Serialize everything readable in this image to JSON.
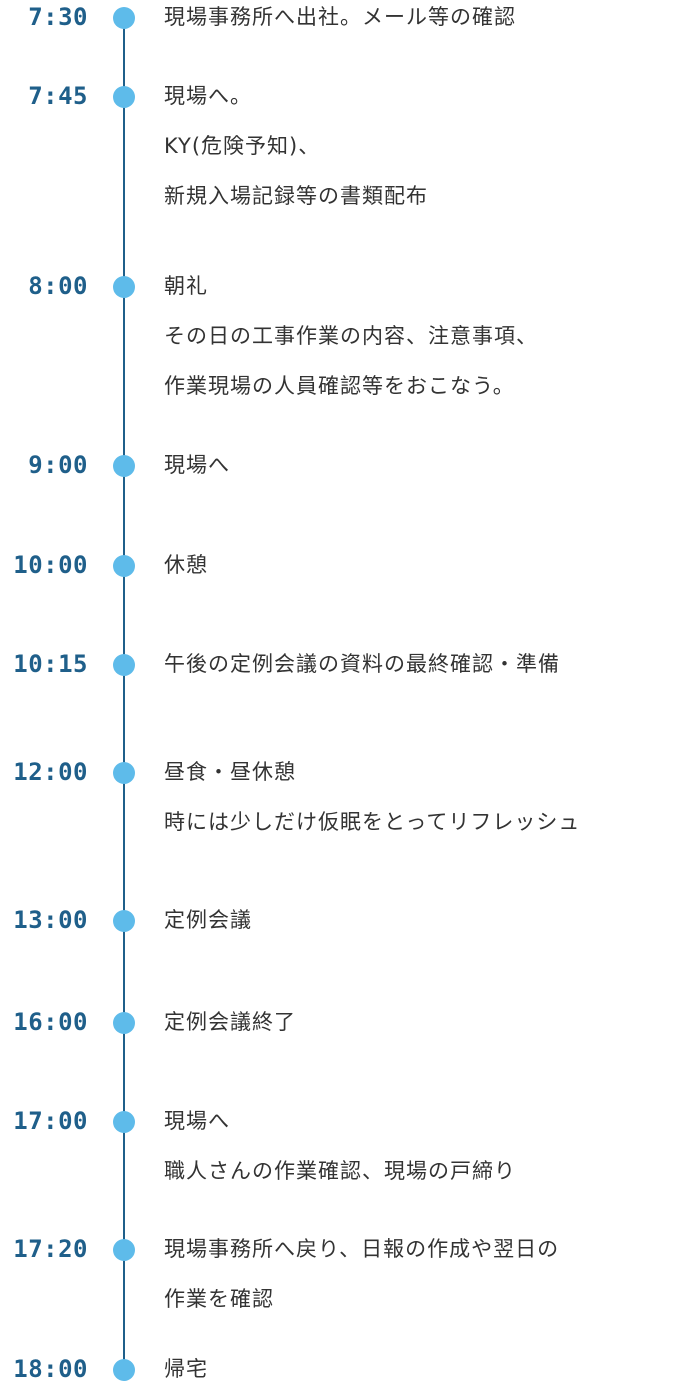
{
  "colors": {
    "time_text": "#1f5f8a",
    "dot": "#5ebbea",
    "line": "#1f5f8a",
    "body_text": "#333333"
  },
  "events": [
    {
      "time": "7:30",
      "lines": [
        "現場事務所へ出社。メール等の確認"
      ]
    },
    {
      "time": "7:45",
      "lines": [
        "現場へ。",
        "KY(危険予知)、",
        "新規入場記録等の書類配布"
      ]
    },
    {
      "time": "8:00",
      "lines": [
        "朝礼",
        "その日の工事作業の内容、注意事項、",
        "作業現場の人員確認等をおこなう。"
      ]
    },
    {
      "time": "9:00",
      "lines": [
        "現場へ"
      ]
    },
    {
      "time": "10:00",
      "lines": [
        "休憩"
      ]
    },
    {
      "time": "10:15",
      "lines": [
        "午後の定例会議の資料の最終確認・準備"
      ]
    },
    {
      "time": "12:00",
      "lines": [
        "昼食・昼休憩",
        "時には少しだけ仮眠をとってリフレッシュ"
      ]
    },
    {
      "time": "13:00",
      "lines": [
        "定例会議"
      ]
    },
    {
      "time": "16:00",
      "lines": [
        "定例会議終了"
      ]
    },
    {
      "time": "17:00",
      "lines": [
        "現場へ",
        "職人さんの作業確認、現場の戸締り"
      ]
    },
    {
      "time": "17:20",
      "lines": [
        "現場事務所へ戻り、日報の作成や翌日の",
        "作業を確認"
      ]
    },
    {
      "time": "18:00",
      "lines": [
        "帰宅"
      ]
    }
  ]
}
